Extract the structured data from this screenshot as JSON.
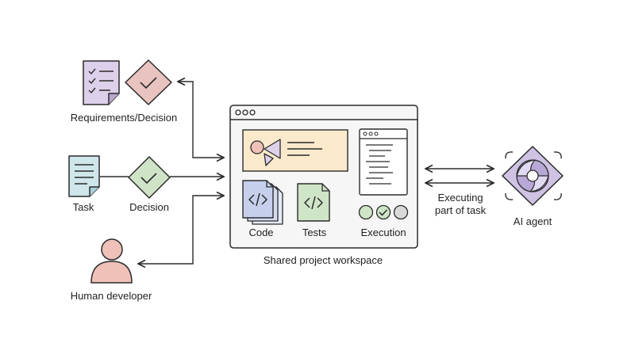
{
  "nodes": {
    "requirements_label": "Requirements/Decision",
    "task_label": "Task",
    "decision_label": "Decision",
    "human_label": "Human developer",
    "workspace_label": "Shared project workspace",
    "code_label": "Code",
    "tests_label": "Tests",
    "execution_label": "Execution",
    "agent_label": "AI agent",
    "agent_edge_label_line1": "Executing",
    "agent_edge_label_line2": "part of task"
  },
  "colors": {
    "stroke": "#2b2b2b",
    "requirements_doc": "#ddd0ea",
    "requirements_diamond": "#e9c3c0",
    "task_doc": "#cfe6ea",
    "decision_diamond": "#cfe3c6",
    "human": "#efc1b8",
    "workspace_banner": "#faeacb",
    "code_doc": "#c6d0ec",
    "tests_doc": "#cfe5c7",
    "exec_dot_1": "#cfe5c7",
    "exec_dot_2": "#cfe5c7",
    "exec_dot_3": "#d9d9d9",
    "agent_fill": "#cfc3e4"
  },
  "icons": [
    "checklist-document-icon",
    "checkmark-diamond-icon",
    "document-icon",
    "code-icon",
    "terminal-icon",
    "person-icon",
    "ai-agent-icon"
  ]
}
